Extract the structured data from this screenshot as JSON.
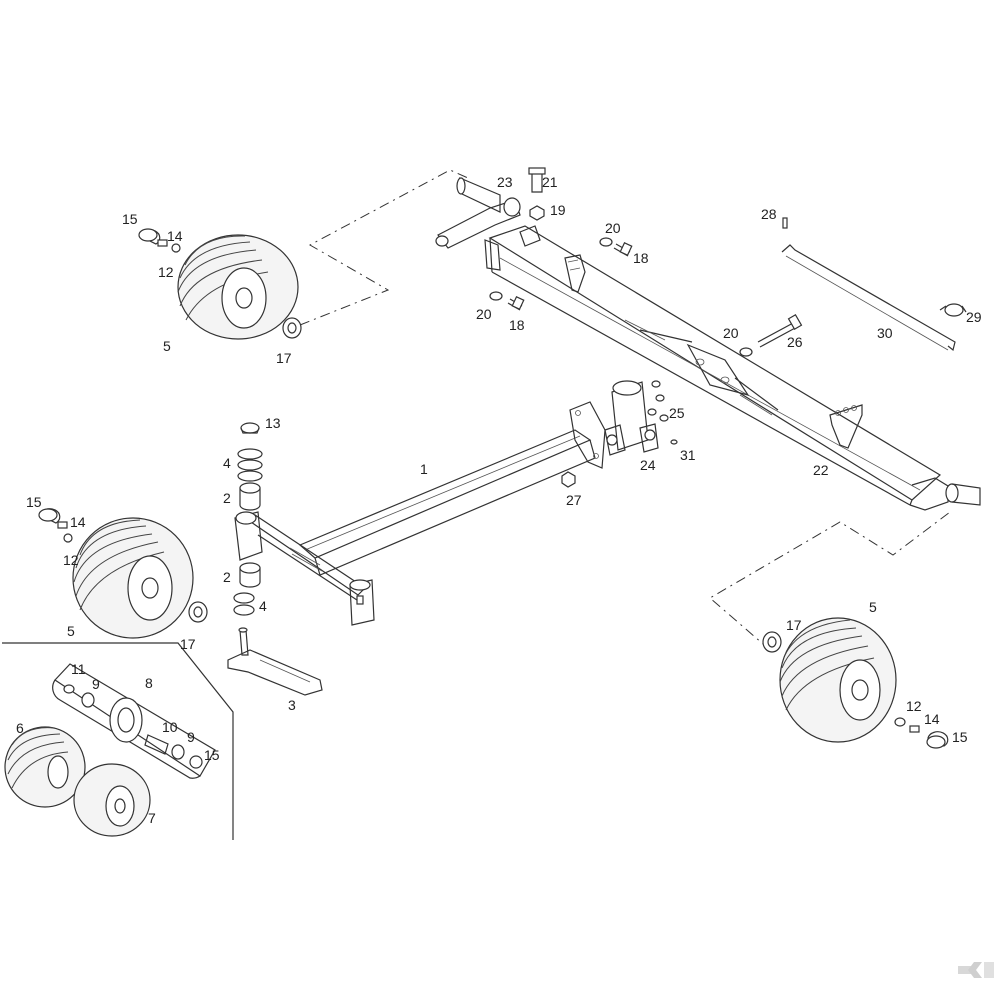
{
  "diagram": {
    "labels": {
      "l1": "1",
      "l2a": "2",
      "l2b": "2",
      "l3": "3",
      "l4a": "4",
      "l4b": "4",
      "l5a": "5",
      "l5b": "5",
      "l5c": "5",
      "l6": "6",
      "l7": "7",
      "l8": "8",
      "l9a": "9",
      "l9b": "9",
      "l10": "10",
      "l11": "11",
      "l12a": "12",
      "l12b": "12",
      "l12c": "12",
      "l13": "13",
      "l14a": "14",
      "l14b": "14",
      "l14c": "14",
      "l15a": "15",
      "l15b": "15",
      "l15c": "15",
      "l15d": "15",
      "l17a": "17",
      "l17b": "17",
      "l17c": "17",
      "l18a": "18",
      "l18b": "18",
      "l19": "19",
      "l20a": "20",
      "l20b": "20",
      "l20c": "20",
      "l21": "21",
      "l22": "22",
      "l23": "23",
      "l24": "24",
      "l25": "25",
      "l26": "26",
      "l27": "27",
      "l28": "28",
      "l29": "29",
      "l30": "30",
      "l31": "31"
    }
  }
}
